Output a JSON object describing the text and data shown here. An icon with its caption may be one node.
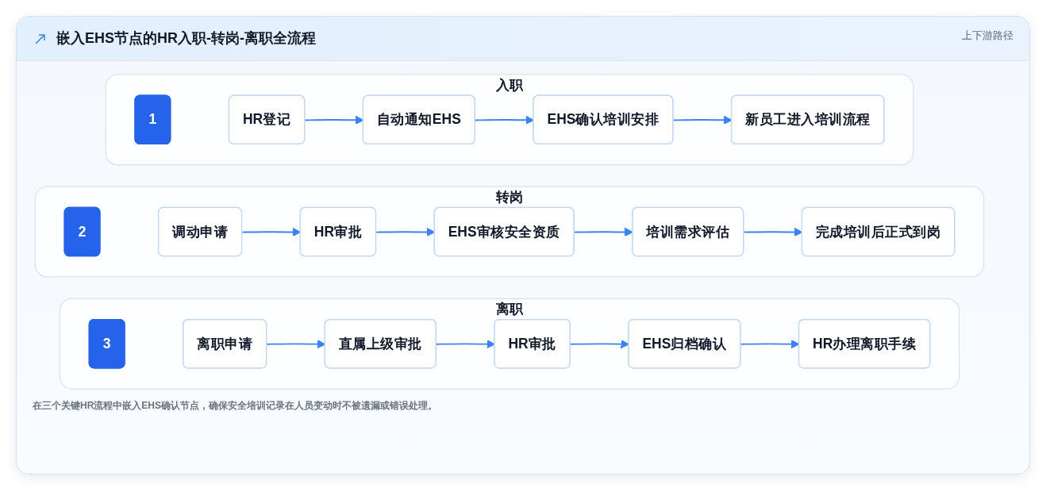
{
  "diagram": {
    "title": "嵌入EHS节点的HR入职-转岗-离职全流程",
    "caption": "在三个关键HR流程中嵌入EHS确认节点，确保安全培训记录在人员变动时不被遗漏或错误处理。",
    "nodes": [
      {
        "text": [
          "入职"
        ]
      },
      {
        "text": [
          "1"
        ],
        "in": 0
      },
      {
        "text": [
          "HR登记"
        ],
        "in": 0
      },
      {
        "text": [
          "自动通知EHS"
        ],
        "in": 0
      },
      {
        "text": [
          "EHS确认培训安排"
        ],
        "in": 0
      },
      {
        "text": [
          "新员工进入培训流程"
        ],
        "in": 0
      },
      {
        "text": [
          "转岗"
        ]
      },
      {
        "text": [
          "2"
        ],
        "in": 6
      },
      {
        "text": [
          "调动申请"
        ],
        "in": 6
      },
      {
        "text": [
          "HR审批"
        ],
        "in": 6
      },
      {
        "text": [
          "EHS审核安全资质"
        ],
        "in": 6
      },
      {
        "text": [
          "培训需求评估"
        ],
        "in": 6
      },
      {
        "text": [
          "完成培训后正式到岗"
        ],
        "in": 6
      },
      {
        "text": [
          "离职"
        ]
      },
      {
        "text": [
          "3"
        ],
        "in": 13
      },
      {
        "text": [
          "离职申请"
        ],
        "in": 13
      },
      {
        "text": [
          "直属上级审批"
        ],
        "in": 13
      },
      {
        "text": [
          "HR审批"
        ],
        "in": 13
      },
      {
        "text": [
          "EHS归档确认"
        ],
        "in": 13
      },
      {
        "text": [
          "HR办理离职手续"
        ],
        "in": 13
      }
    ],
    "edges": [
      {
        "from": 2,
        "to": 3,
        "arrow": "to"
      },
      {
        "from": 3,
        "to": 4,
        "arrow": "to"
      },
      {
        "from": 4,
        "to": 5,
        "arrow": "to"
      },
      {
        "from": 8,
        "to": 9,
        "arrow": "to"
      },
      {
        "from": 9,
        "to": 10,
        "arrow": "to"
      },
      {
        "from": 10,
        "to": 11,
        "arrow": "to"
      },
      {
        "from": 11,
        "to": 12,
        "arrow": "to"
      },
      {
        "from": 15,
        "to": 16,
        "arrow": "to"
      },
      {
        "from": 16,
        "to": 17,
        "arrow": "to"
      },
      {
        "from": 17,
        "to": 18,
        "arrow": "to"
      },
      {
        "from": 18,
        "to": 19,
        "arrow": "to"
      }
    ],
    "labels": [
      "上下游路径"
    ]
  }
}
